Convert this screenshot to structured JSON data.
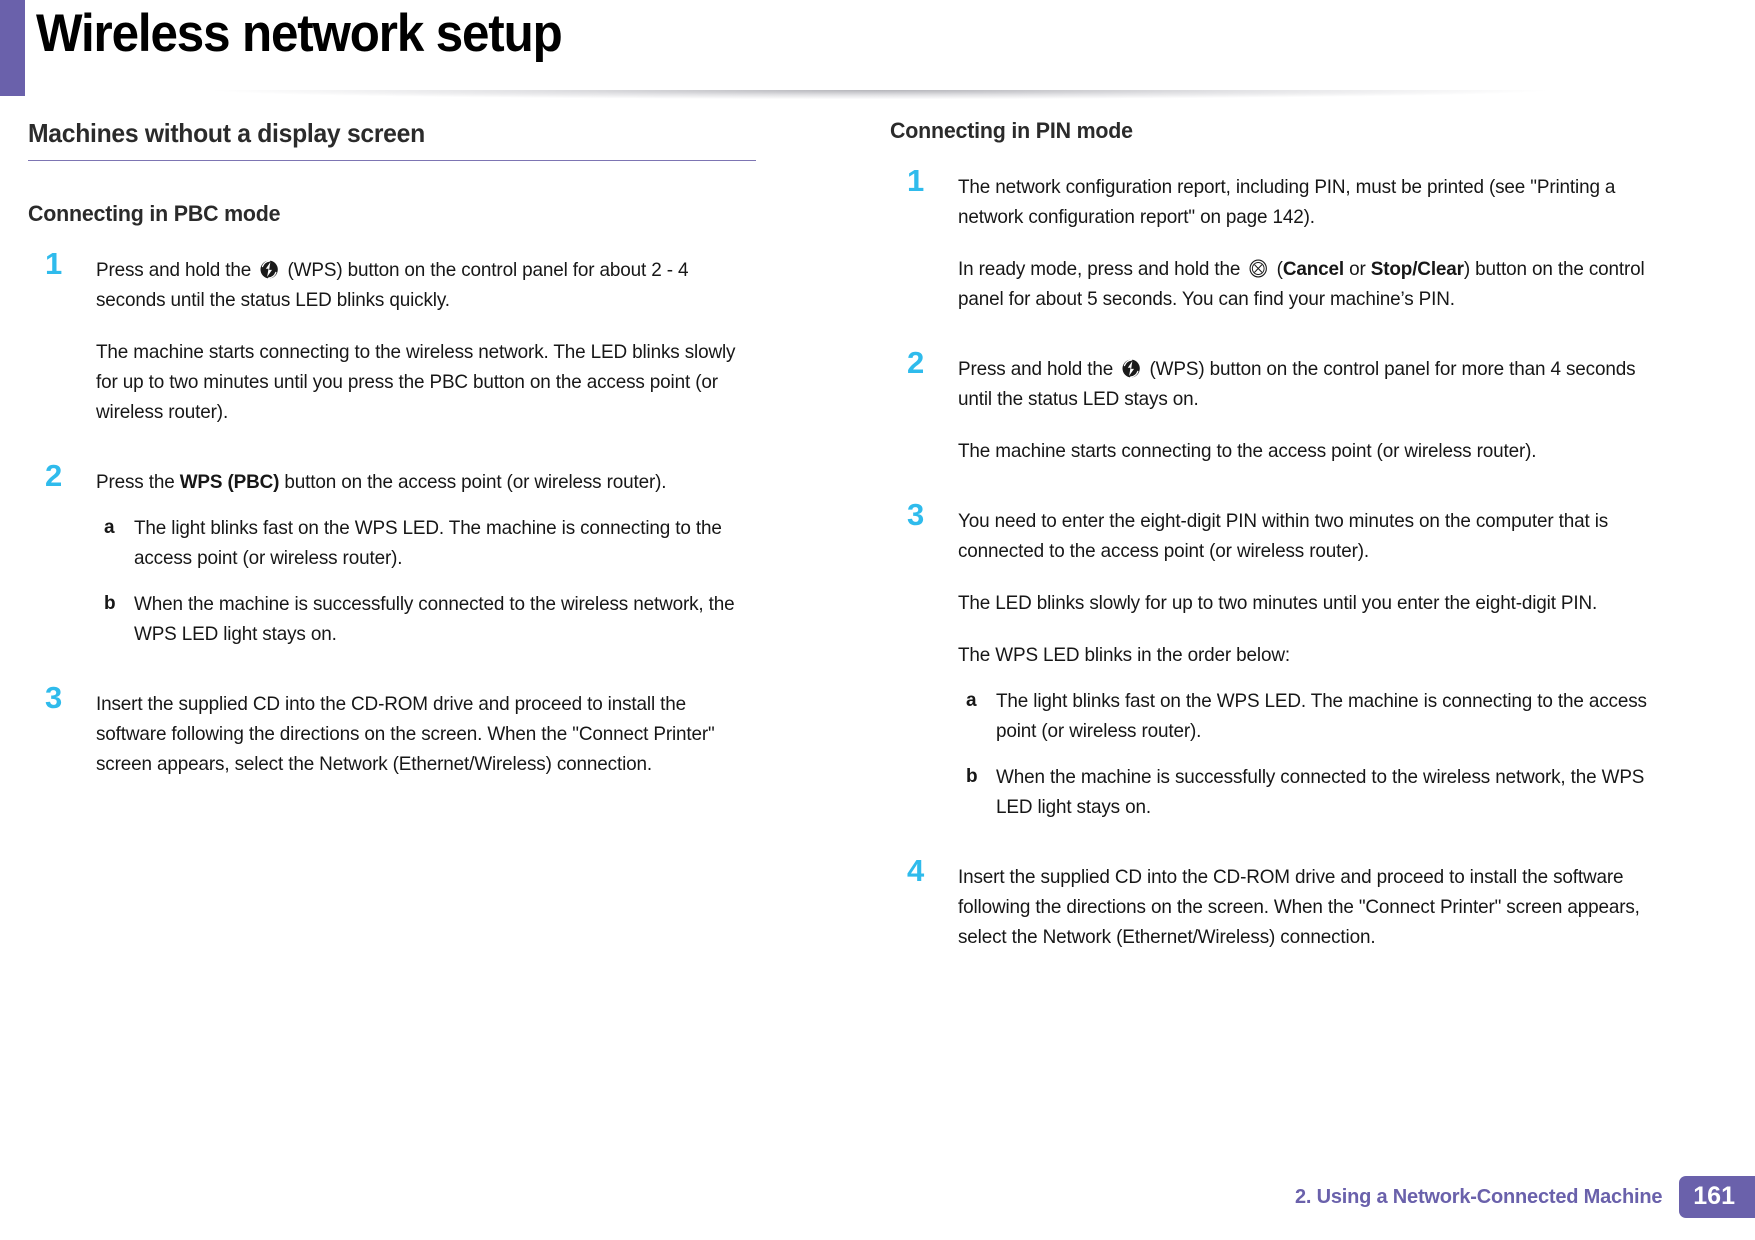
{
  "header": {
    "title": "Wireless network setup",
    "accent_color": "#6a61ab"
  },
  "footer": {
    "chapter_text": "2.  Using a Network-Connected Machine",
    "page_number": "161",
    "color": "#6a61ab"
  },
  "step_number_color": "#2fbbec",
  "left_column": {
    "section_heading": "Machines without a display screen",
    "sub_heading": "Connecting in PBC mode",
    "steps": [
      {
        "number": "1",
        "paragraphs": [
          {
            "segments": [
              {
                "type": "text",
                "text": "Press and hold the "
              },
              {
                "type": "icon",
                "name": "wps-icon"
              },
              {
                "type": "text",
                "text": " (WPS) button on the control panel for about 2 - 4 seconds until the status LED blinks quickly."
              }
            ]
          },
          {
            "segments": [
              {
                "type": "text",
                "text": "The machine starts connecting to the wireless network. The LED blinks slowly for up to two minutes until you press the PBC button on the access point (or wireless router)."
              }
            ]
          }
        ],
        "substeps": []
      },
      {
        "number": "2",
        "paragraphs": [
          {
            "segments": [
              {
                "type": "text",
                "text": "Press the "
              },
              {
                "type": "bold",
                "text": "WPS (PBC)"
              },
              {
                "type": "text",
                "text": " button on the access point (or wireless router)."
              }
            ]
          }
        ],
        "substeps": [
          {
            "letter": "a",
            "segments": [
              {
                "type": "text",
                "text": "The light blinks fast on the WPS LED. The machine is connecting to the access point (or wireless router)."
              }
            ]
          },
          {
            "letter": "b",
            "segments": [
              {
                "type": "text",
                "text": "When the machine is successfully connected to the wireless network, the WPS LED light stays on."
              }
            ]
          }
        ]
      },
      {
        "number": "3",
        "paragraphs": [
          {
            "segments": [
              {
                "type": "text",
                "text": "Insert the supplied CD into the CD-ROM drive and proceed to install the software following the directions on the screen. When the \"Connect Printer\" screen appears, select the Network (Ethernet/Wireless) connection."
              }
            ]
          }
        ],
        "substeps": []
      }
    ]
  },
  "right_column": {
    "sub_heading": "Connecting in PIN mode",
    "steps": [
      {
        "number": "1",
        "paragraphs": [
          {
            "segments": [
              {
                "type": "text",
                "text": "The network configuration report, including PIN, must be printed (see \"Printing a network configuration report\" on page 142)."
              }
            ]
          },
          {
            "segments": [
              {
                "type": "text",
                "text": "In ready mode, press and hold the "
              },
              {
                "type": "icon",
                "name": "cancel-icon"
              },
              {
                "type": "text",
                "text": " ("
              },
              {
                "type": "bold",
                "text": "Cancel"
              },
              {
                "type": "text",
                "text": " or "
              },
              {
                "type": "bold",
                "text": "Stop/Clear"
              },
              {
                "type": "text",
                "text": ") button on the control panel for about 5 seconds. You can find your machine’s PIN."
              }
            ]
          }
        ],
        "substeps": []
      },
      {
        "number": "2",
        "paragraphs": [
          {
            "segments": [
              {
                "type": "text",
                "text": "Press and hold the "
              },
              {
                "type": "icon",
                "name": "wps-icon"
              },
              {
                "type": "text",
                "text": " (WPS) button on the control panel for more than 4 seconds until the status LED stays on."
              }
            ]
          },
          {
            "segments": [
              {
                "type": "text",
                "text": "The machine starts connecting to the access point (or wireless router)."
              }
            ]
          }
        ],
        "substeps": []
      },
      {
        "number": "3",
        "paragraphs": [
          {
            "segments": [
              {
                "type": "text",
                "text": "You need to enter the eight-digit PIN within two minutes on the computer that is connected to the access point (or wireless router)."
              }
            ]
          },
          {
            "segments": [
              {
                "type": "text",
                "text": "The LED blinks slowly for up to two minutes until you enter the eight-digit PIN."
              }
            ]
          },
          {
            "segments": [
              {
                "type": "text",
                "text": "The WPS LED blinks in the order below:"
              }
            ]
          }
        ],
        "substeps": [
          {
            "letter": "a",
            "segments": [
              {
                "type": "text",
                "text": "The light blinks fast on the WPS LED. The machine is connecting to the access point (or wireless router)."
              }
            ]
          },
          {
            "letter": "b",
            "segments": [
              {
                "type": "text",
                "text": "When the machine is successfully connected to the wireless network, the WPS LED light stays on."
              }
            ]
          }
        ]
      },
      {
        "number": "4",
        "paragraphs": [
          {
            "segments": [
              {
                "type": "text",
                "text": "Insert the supplied CD into the CD-ROM drive and proceed to install the software following the directions on the screen. When the \"Connect Printer\" screen appears, select the Network (Ethernet/Wireless) connection."
              }
            ]
          }
        ],
        "substeps": []
      }
    ]
  }
}
